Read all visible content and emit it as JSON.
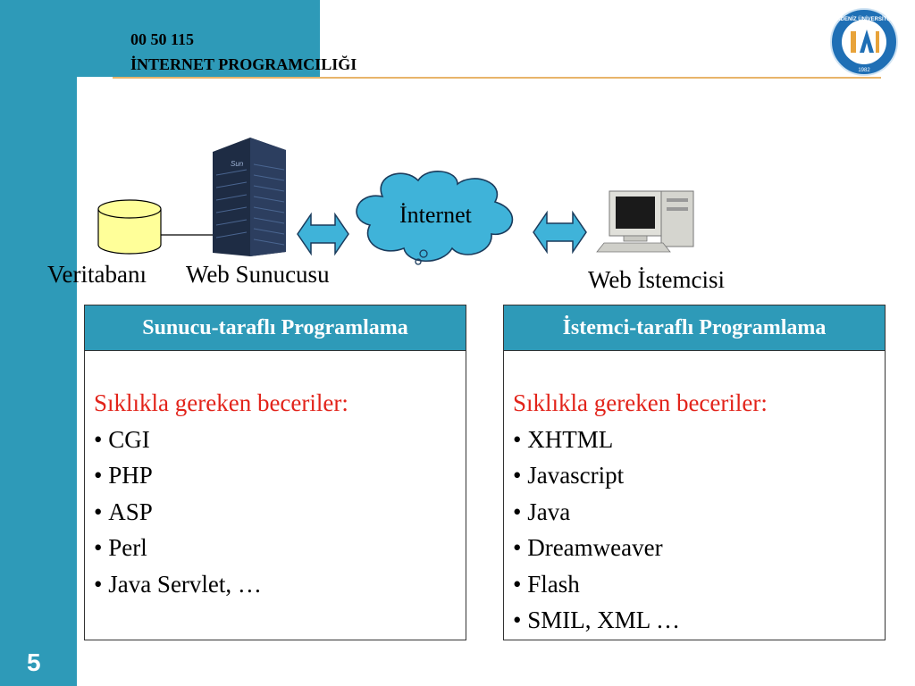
{
  "header": {
    "course_code": "00 50 115",
    "course_title": "İNTERNET PROGRAMCILIĞI"
  },
  "slide_number": "5",
  "logo": {
    "icon": "university-seal-icon",
    "text": "AKDENİZ ÜNİVERSİTESİ",
    "year": "1982"
  },
  "diagram": {
    "database_label": "Veritabanı",
    "web_server_label": "Web Sunucusu",
    "server_brand": "Sun",
    "internet_label": "İnternet",
    "web_client_label": "Web İstemcisi"
  },
  "server_side": {
    "title": "Sunucu-taraflı Programlama",
    "skills_heading": "Sıklıkla gereken beceriler:",
    "items": [
      "CGI",
      "PHP",
      "ASP",
      "Perl",
      "Java Servlet,  …"
    ]
  },
  "client_side": {
    "title": "İstemci-taraflı Programlama",
    "skills_heading": "Sıklıkla gereken beceriler:",
    "items": [
      "XHTML",
      "Javascript",
      "Java",
      "Dreamweaver",
      "Flash",
      "SMIL, XML …"
    ]
  },
  "colors": {
    "accent": "#2e9ab8",
    "heading_red": "#e2231a",
    "rule": "#e8b46a",
    "database": "#ffff99"
  }
}
